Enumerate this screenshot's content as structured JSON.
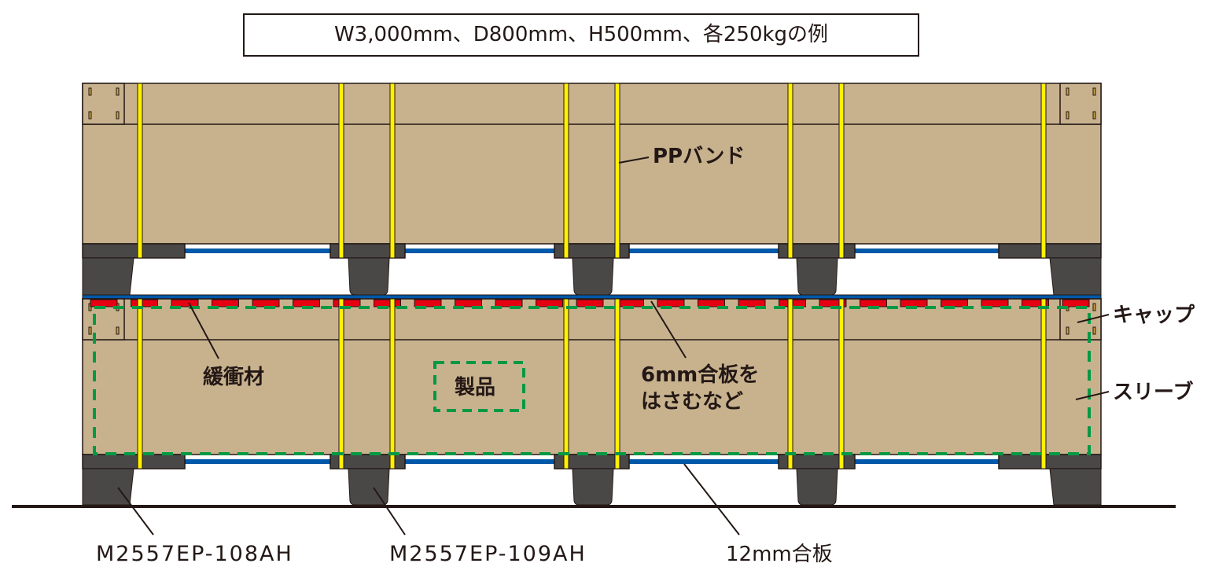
{
  "title": "W3,000mm、D800mm、H500mm、各250kgの例",
  "labels": {
    "pp_band": "PPバンド",
    "cap": "キャップ",
    "sleeve": "スリーブ",
    "cushion": "緩衝材",
    "product": "製品",
    "plywood6_line1": "6mm合板を",
    "plywood6_line2": "はさむなど",
    "pallet_end": "M2557EP-108AH",
    "pallet_mid": "M2557EP-109AH",
    "plywood12": "12mm合板"
  },
  "colors": {
    "cardboard": "#c8b28e",
    "outline": "#231815",
    "band": "#fff100",
    "pallet": "#4a4847",
    "plywood": "#0058a8",
    "cushion": "#e60012",
    "product_outline": "#009944"
  }
}
